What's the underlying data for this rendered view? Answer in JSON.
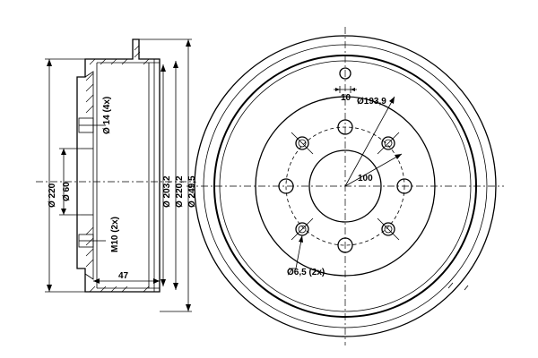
{
  "side_view": {
    "dim_d220": "Ø 220",
    "dim_d60": "Ø 60",
    "dim_bolt": "Ø 14 (4x)",
    "dim_thread": "M10 (2x)",
    "dim_d203": "Ø 203,2",
    "dim_d220_2": "Ø 220,2",
    "dim_d249": "Ø 249,5",
    "dim_width": "47"
  },
  "front_view": {
    "dim_10": "10",
    "dim_pcd": "Ø193,9",
    "dim_100": "100",
    "dim_hole": "Ø6,5 (2x)"
  }
}
